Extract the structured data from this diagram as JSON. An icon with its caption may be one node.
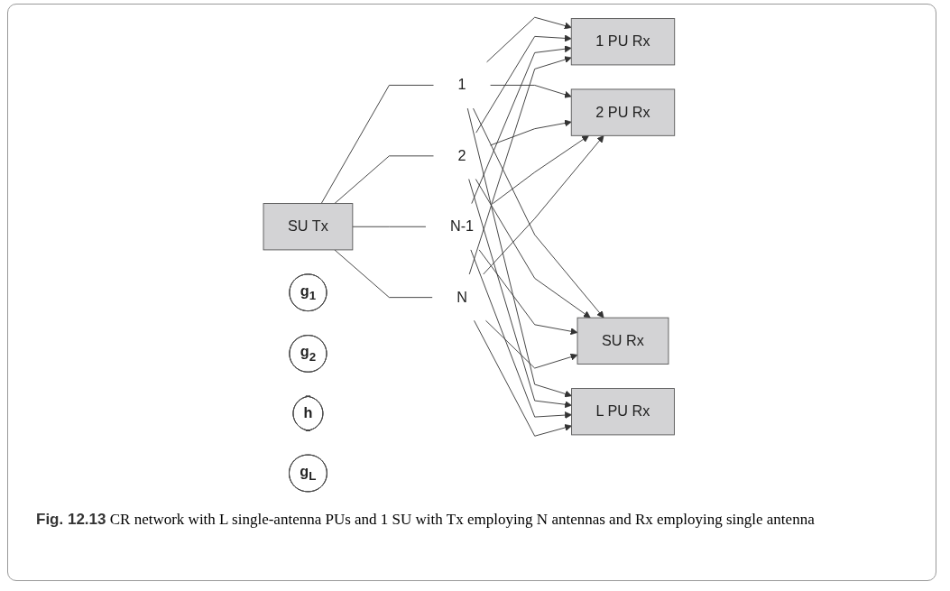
{
  "diagram": {
    "caption": "**Fig. 12.13** CR network with L single-antenna PUs and 1 SU with Tx employing N antennas and Rx employing single antenna",
    "nodes": [
      {
        "text": [
          "SU Tx"
        ]
      },
      {
        "text": [
          "1"
        ]
      },
      {
        "text": [
          "2"
        ]
      },
      {
        "text": [
          "N-1"
        ]
      },
      {
        "text": [
          "N"
        ]
      },
      {
        "text": [
          "1 PU Rx"
        ]
      },
      {
        "text": [
          "g$_{1}$"
        ]
      },
      {
        "text": [
          "g$_{2}$"
        ]
      },
      {
        "text": [
          "2 PU Rx"
        ]
      },
      {
        "text": [
          "h"
        ]
      },
      {
        "text": [
          "SU Rx"
        ]
      },
      {
        "text": [
          "g$_{L}$"
        ]
      },
      {
        "text": [
          "L PU Rx"
        ]
      }
    ],
    "edges": [
      {
        "from": 0,
        "to": 1,
        "arrow": "none"
      },
      {
        "from": 0,
        "to": 2,
        "arrow": "none"
      },
      {
        "from": 0,
        "to": 3,
        "arrow": "none"
      },
      {
        "from": 0,
        "to": 4,
        "arrow": "none"
      },
      {
        "from": 1,
        "to": 5,
        "arrow": "to"
      },
      {
        "from": 2,
        "to": 5,
        "arrow": "to"
      },
      {
        "from": 3,
        "to": 5,
        "arrow": "to"
      },
      {
        "from": 4,
        "to": 5,
        "arrow": "to"
      },
      {
        "from": 1,
        "to": 8,
        "arrow": "to"
      },
      {
        "from": 2,
        "to": 8,
        "arrow": "to"
      },
      {
        "from": 3,
        "to": 8,
        "arrow": "to"
      },
      {
        "from": 4,
        "to": 8,
        "arrow": "to"
      },
      {
        "from": 1,
        "to": 10,
        "arrow": "to"
      },
      {
        "from": 2,
        "to": 10,
        "arrow": "to"
      },
      {
        "from": 3,
        "to": 10,
        "arrow": "to"
      },
      {
        "from": 4,
        "to": 10,
        "arrow": "to"
      },
      {
        "from": 1,
        "to": 12,
        "arrow": "to"
      },
      {
        "from": 2,
        "to": 12,
        "arrow": "to"
      },
      {
        "from": 3,
        "to": 12,
        "arrow": "to"
      },
      {
        "from": 4,
        "to": 12,
        "arrow": "to"
      }
    ]
  }
}
